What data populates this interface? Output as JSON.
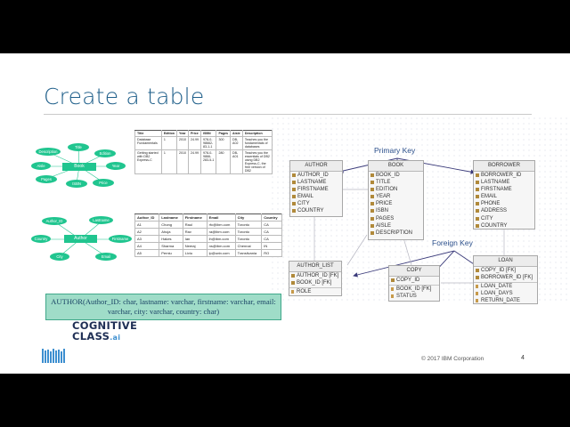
{
  "slide": {
    "title": "Create a table",
    "copyright": "© 2017 IBM Corporation",
    "page_number": "4",
    "logo": {
      "line1": "COGNITIVE",
      "line2": "CLASS",
      "suffix": ".ai"
    }
  },
  "er_book": {
    "entity": "Book",
    "attributes": [
      "Title",
      "Edition",
      "Year",
      "Price",
      "ISBN",
      "Pages",
      "Aisle",
      "Description"
    ]
  },
  "er_author": {
    "entity": "Author",
    "attributes": [
      "Author_ID",
      "Lastname",
      "Firstname",
      "Email",
      "City",
      "Country"
    ]
  },
  "book_table": {
    "headers": [
      "Title",
      "Edition",
      "Year",
      "Price",
      "ISBN",
      "Pages",
      "Aisle",
      "Description"
    ],
    "rows": [
      [
        "Database Fundamentals",
        "1",
        "2010",
        "24.99",
        "978-0-98662-83-1-1",
        "300",
        "DB-A02",
        "Teaches you the fundamentals of databases"
      ],
      [
        "Getting started with DB2 Express-C",
        "1",
        "2010",
        "24.99",
        "978-0-9866-283-5-1",
        "280",
        "DB-A01",
        "Teaches you the essentials of DB2 using DB2 Express-C, the free version of DB2"
      ]
    ]
  },
  "author_table": {
    "headers": [
      "Author_ID",
      "Lastname",
      "Firstname",
      "Email",
      "City",
      "Country"
    ],
    "rows": [
      [
        "A1",
        "Chong",
        "Raul",
        "rfc@ibm.com",
        "Toronto",
        "CA"
      ],
      [
        "A2",
        "Ahuja",
        "Rav",
        "ra@ibm.com",
        "Toronto",
        "CA"
      ],
      [
        "A3",
        "Hakes",
        "Ian",
        "ih@ibm.com",
        "Toronto",
        "CA"
      ],
      [
        "A4",
        "Sharma",
        "Neeraj",
        "ns@ibm.com",
        "Chennai",
        "IN"
      ],
      [
        "A5",
        "Perniu",
        "Liviu",
        "lp@univ.com",
        "Transilvania",
        "RO"
      ]
    ]
  },
  "sql_statement": "AUTHOR(Author_ID: char, lastname: varchar, firstname: varchar, email: varchar, city: varchar, country: char)",
  "schema": {
    "primary_key_label": "Primary Key",
    "foreign_key_label": "Foreign Key",
    "author": {
      "name": "AUTHOR",
      "fields": [
        "AUTHOR_ID",
        "LASTNAME",
        "FIRSTNAME",
        "EMAIL",
        "CITY",
        "COUNTRY"
      ]
    },
    "book": {
      "name": "BOOK",
      "fields": [
        "BOOK_ID",
        "TITLE",
        "EDITION",
        "YEAR",
        "PRICE",
        "ISBN",
        "PAGES",
        "AISLE",
        "DESCRIPTION"
      ]
    },
    "borrower": {
      "name": "BORROWER",
      "fields": [
        "BORROWER_ID",
        "LASTNAME",
        "FIRSTNAME",
        "EMAIL",
        "PHONE",
        "ADDRESS",
        "CITY",
        "COUNTRY"
      ]
    },
    "author_list": {
      "name": "AUTHOR_LIST",
      "fields": [
        "AUTHOR_ID [FK]",
        "BOOK_ID [FK]"
      ],
      "extra": [
        "ROLE"
      ]
    },
    "copy": {
      "name": "COPY",
      "fields": [
        "COPY_ID"
      ],
      "extra": [
        "BOOK_ID [FK]",
        "STATUS"
      ]
    },
    "loan": {
      "name": "LOAN",
      "fields": [
        "COPY_ID [FK]",
        "BORROWER_ID [FK]"
      ],
      "extra": [
        "LOAN_DATE",
        "LOAN_DAYS",
        "RETURN_DATE"
      ]
    }
  },
  "colors": {
    "title": "#1f5f8a",
    "er_shape": "#20c58f",
    "sql_box": "#9fdcc8",
    "arrow": "#3a3a7a"
  }
}
